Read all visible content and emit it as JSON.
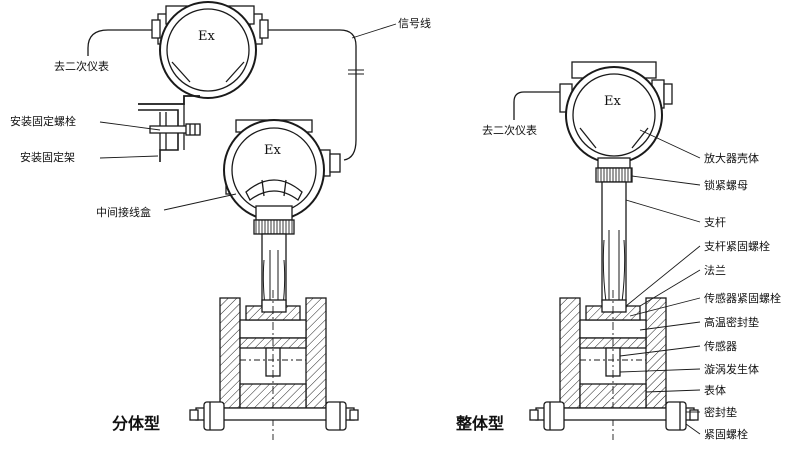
{
  "housing_marking": "Ex",
  "split_type": {
    "caption": "分体型",
    "labels": {
      "to_secondary_instrument": "去二次仪表",
      "signal_line": "信号线",
      "mounting_bolt": "安装固定螺栓",
      "mounting_bracket": "安装固定架",
      "junction_box": "中间接线盒"
    }
  },
  "integral_type": {
    "caption": "整体型",
    "labels": {
      "to_secondary_instrument": "去二次仪表",
      "amplifier_housing": "放大器壳体",
      "lock_nut": "锁紧螺母",
      "support_rod": "支杆",
      "rod_fastening_bolt": "支杆紧固螺栓",
      "flange": "法兰",
      "sensor_fastening_bolt": "传感器紧固螺栓",
      "high_temp_gasket": "高温密封垫",
      "sensor": "传感器",
      "vortex_generator": "漩涡发生体",
      "meter_body": "表体",
      "seal_gasket": "密封垫",
      "fastening_bolt": "紧固螺栓"
    }
  }
}
